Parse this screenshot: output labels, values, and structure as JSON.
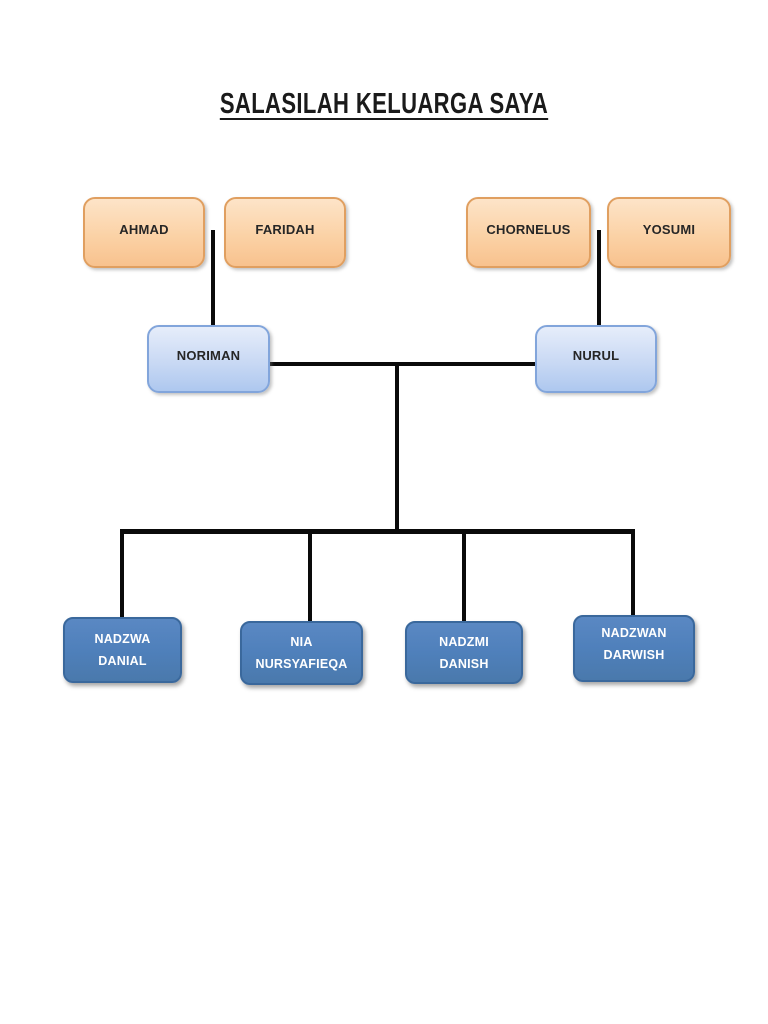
{
  "title": {
    "text": "SALASILAH KELUARGA SAYA"
  },
  "tree": {
    "grandparents": [
      {
        "name": "AHMAD"
      },
      {
        "name": "FARIDAH"
      },
      {
        "name": "CHORNELUS"
      },
      {
        "name": "YOSUMI"
      }
    ],
    "parents": [
      {
        "name": "NORIMAN"
      },
      {
        "name": "NURUL"
      }
    ],
    "children": [
      {
        "line1": "NADZWA",
        "line2": "DANIAL"
      },
      {
        "line1": "NIA",
        "line2": "NURSYAFIEQA"
      },
      {
        "line1": "NADZMI",
        "line2": "DANISH"
      },
      {
        "line1": "NADZWAN",
        "line2": "DARWISH"
      }
    ]
  },
  "colors": {
    "page_background": "#FFFFFF",
    "title_color": "#1A1A1A",
    "grandparent_fill_top": "#FDE4C8",
    "grandparent_fill_bottom": "#F8C28E",
    "grandparent_border": "#E09F60",
    "parent_fill_top": "#E6EDFA",
    "parent_fill_bottom": "#AEC8EF",
    "parent_border": "#82A5DB",
    "child_fill_top": "#5A88C3",
    "child_fill_bottom": "#4A79AC",
    "child_border": "#3A689C",
    "connector": "#0A0A0A"
  }
}
